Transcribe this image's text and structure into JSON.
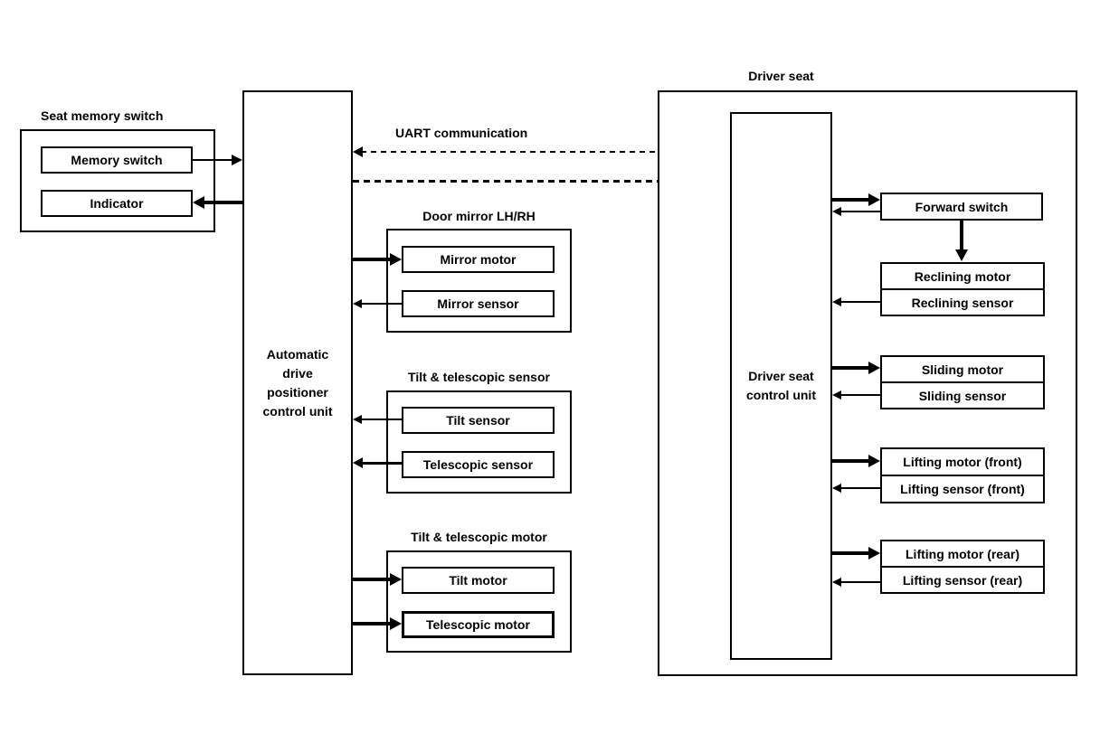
{
  "colors": {
    "line": "#000000",
    "background": "#ffffff"
  },
  "seat_memory": {
    "title": "Seat memory switch",
    "memory_switch": "Memory switch",
    "indicator": "Indicator"
  },
  "adp_unit": {
    "label": "Automatic\ndrive\npositioner\ncontrol unit"
  },
  "uart": {
    "label": "UART communication"
  },
  "door_mirror": {
    "title": "Door mirror LH/RH",
    "motor": "Mirror motor",
    "sensor": "Mirror sensor"
  },
  "tilt_telescopic_sensor": {
    "title": "Tilt & telescopic sensor",
    "tilt": "Tilt sensor",
    "telescopic": "Telescopic sensor"
  },
  "tilt_telescopic_motor": {
    "title": "Tilt & telescopic motor",
    "tilt": "Tilt motor",
    "telescopic": "Telescopic motor"
  },
  "driver_seat": {
    "title": "Driver seat",
    "control_unit": "Driver seat\ncontrol unit",
    "forward_switch": "Forward switch",
    "reclining_motor": "Reclining motor",
    "reclining_sensor": "Reclining sensor",
    "sliding_motor": "Sliding motor",
    "sliding_sensor": "Sliding sensor",
    "lifting_motor_front": "Lifting motor (front)",
    "lifting_sensor_front": "Lifting sensor (front)",
    "lifting_motor_rear": "Lifting motor (rear)",
    "lifting_sensor_rear": "Lifting sensor (rear)"
  }
}
